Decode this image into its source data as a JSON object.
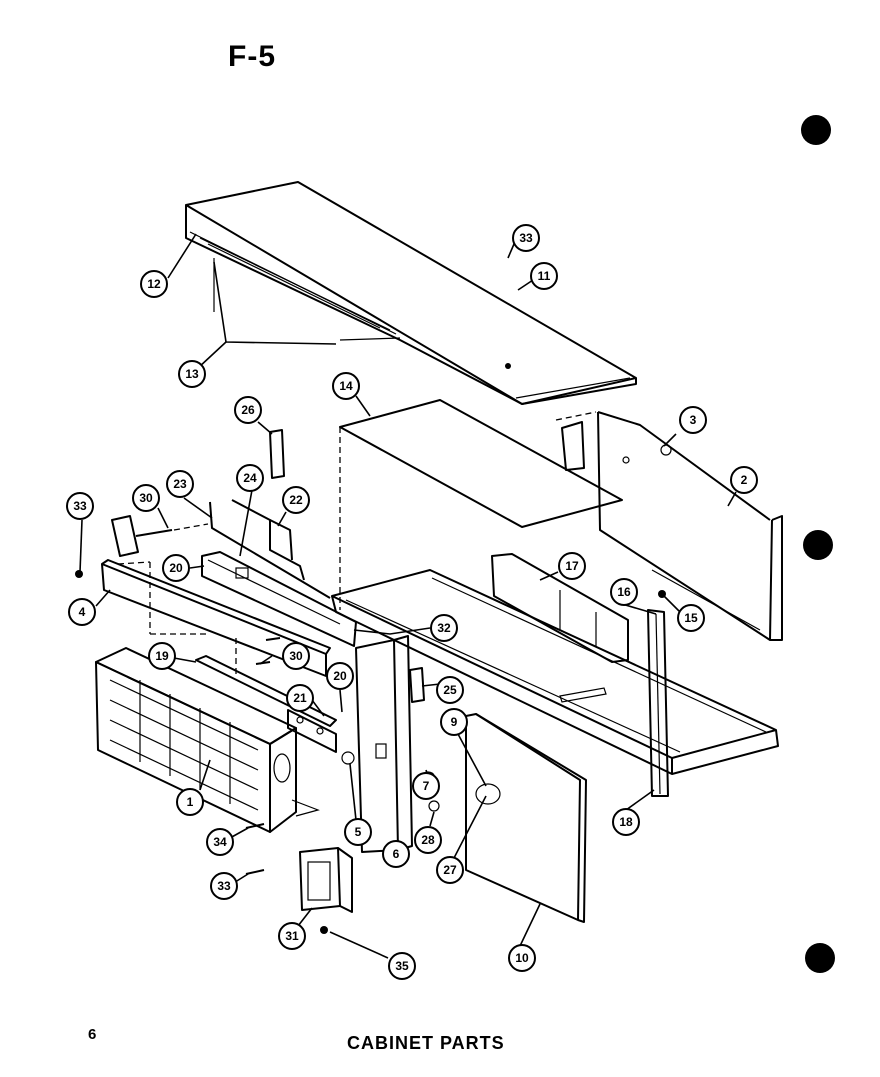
{
  "figure_label": "F-5",
  "page_number": "6",
  "caption": "CABINET PARTS",
  "colors": {
    "ink": "#000000",
    "paper": "#ffffff"
  },
  "callouts": [
    {
      "id": "c12",
      "label": "12"
    },
    {
      "id": "c33a",
      "label": "33"
    },
    {
      "id": "c11",
      "label": "11"
    },
    {
      "id": "c13",
      "label": "13"
    },
    {
      "id": "c14",
      "label": "14"
    },
    {
      "id": "c3",
      "label": "3"
    },
    {
      "id": "c26",
      "label": "26"
    },
    {
      "id": "c2",
      "label": "2"
    },
    {
      "id": "c23",
      "label": "23"
    },
    {
      "id": "c24",
      "label": "24"
    },
    {
      "id": "c33b",
      "label": "33"
    },
    {
      "id": "c30a",
      "label": "30"
    },
    {
      "id": "c22",
      "label": "22"
    },
    {
      "id": "c20a",
      "label": "20"
    },
    {
      "id": "c17",
      "label": "17"
    },
    {
      "id": "c16",
      "label": "16"
    },
    {
      "id": "c15",
      "label": "15"
    },
    {
      "id": "c4",
      "label": "4"
    },
    {
      "id": "c32",
      "label": "32"
    },
    {
      "id": "c19",
      "label": "19"
    },
    {
      "id": "c30b",
      "label": "30"
    },
    {
      "id": "c20b",
      "label": "20"
    },
    {
      "id": "c25",
      "label": "25"
    },
    {
      "id": "c21",
      "label": "21"
    },
    {
      "id": "c9",
      "label": "9"
    },
    {
      "id": "c1",
      "label": "1"
    },
    {
      "id": "c7",
      "label": "7"
    },
    {
      "id": "c18",
      "label": "18"
    },
    {
      "id": "c34",
      "label": "34"
    },
    {
      "id": "c5",
      "label": "5"
    },
    {
      "id": "c28",
      "label": "28"
    },
    {
      "id": "c6",
      "label": "6"
    },
    {
      "id": "c27",
      "label": "27"
    },
    {
      "id": "c33c",
      "label": "33"
    },
    {
      "id": "c31",
      "label": "31"
    },
    {
      "id": "c10",
      "label": "10"
    },
    {
      "id": "c35",
      "label": "35"
    }
  ]
}
